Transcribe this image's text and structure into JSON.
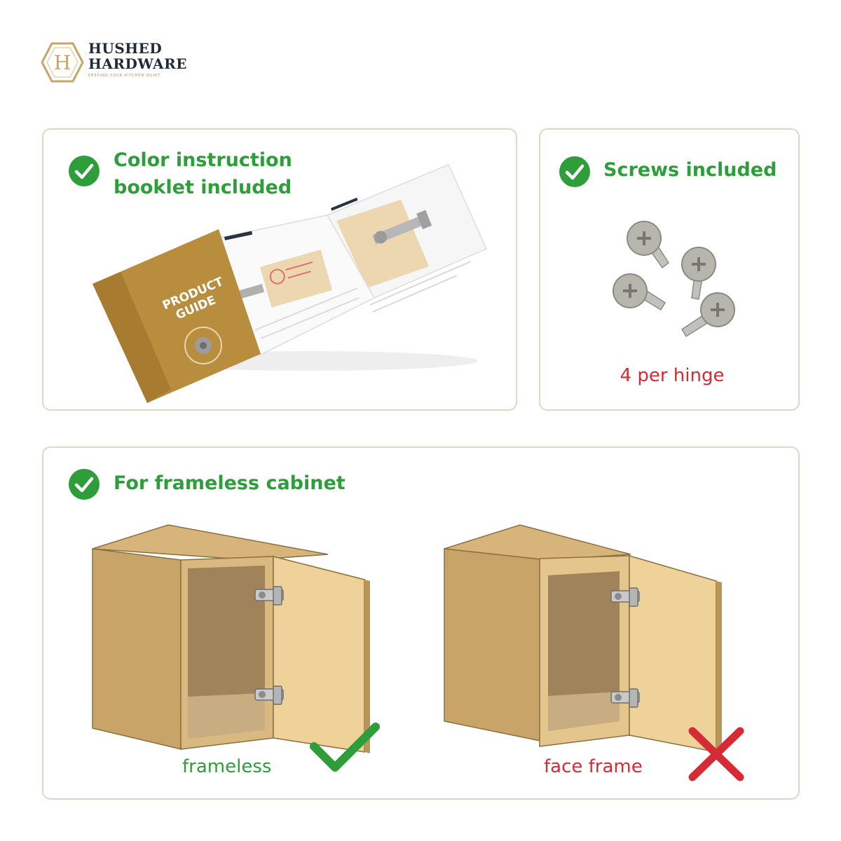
{
  "logo": {
    "line1": "HUSHED",
    "line2": "HARDWARE",
    "tagline": "KEEPING YOUR KITCHEN QUIET",
    "monogram": "H"
  },
  "colors": {
    "green": "#2e9e3a",
    "red": "#d62a35",
    "panel_border": "#e1d6c3",
    "wood": "#c9a468",
    "wood_light": "#ecd09a"
  },
  "booklet_panel": {
    "feature_line1": "Color instruction",
    "feature_line2": "booklet included",
    "booklet_cover_line1": "PRODUCT",
    "booklet_cover_line2": "GUIDE",
    "icon": "check-circle-icon"
  },
  "screws_panel": {
    "feature": "Screws included",
    "count_label": "4 per hinge",
    "icon": "check-circle-icon"
  },
  "cabinet_panel": {
    "feature": "For frameless cabinet",
    "icon": "check-circle-icon",
    "options": [
      {
        "label": "frameless",
        "status": "compatible",
        "mark": "checkmark-icon"
      },
      {
        "label": "face frame",
        "status": "incompatible",
        "mark": "cross-icon"
      }
    ]
  }
}
